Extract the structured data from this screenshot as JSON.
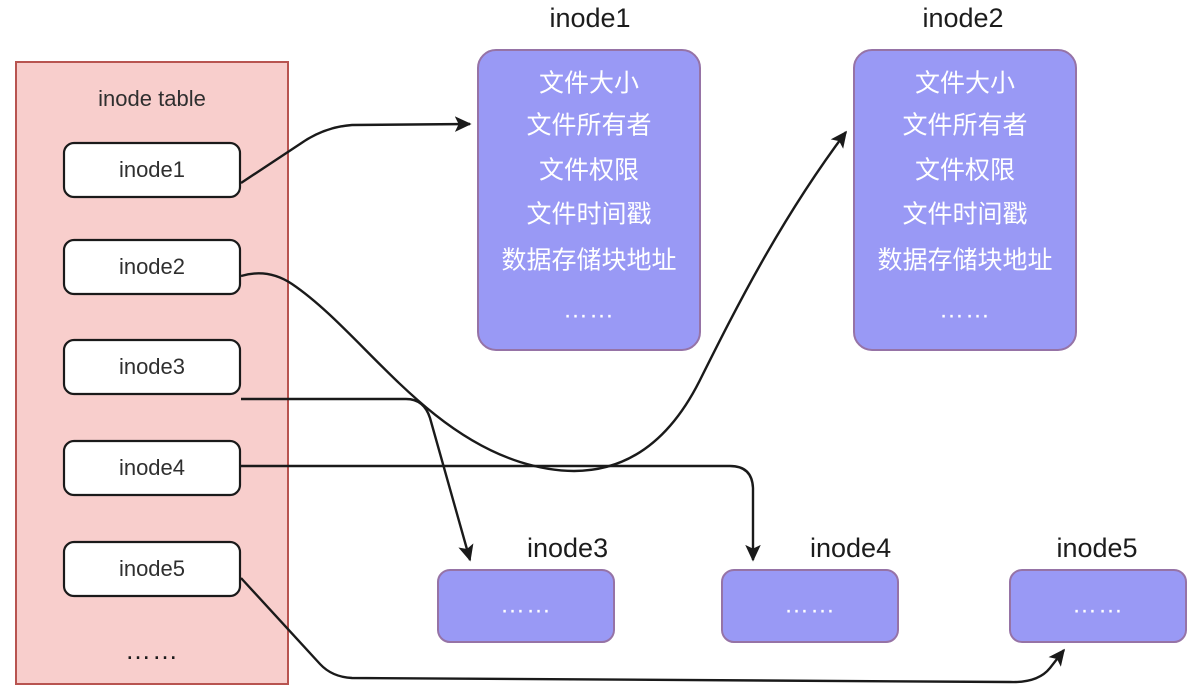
{
  "diagram": {
    "type": "inode-table-mapping",
    "background": "#ffffff",
    "colors": {
      "table_fill": "#f8cecc",
      "table_stroke": "#b85450",
      "slot_fill": "#ffffff",
      "slot_stroke": "#1a1a1a",
      "node_fill": "#9999f5",
      "node_stroke": "#9673a6",
      "node_text": "#ffffff",
      "edge": "#1a1a1a",
      "label_text": "#1c1c1c"
    }
  },
  "table": {
    "title": "inode table",
    "ellipsis": "……",
    "slots": [
      {
        "label": "inode1"
      },
      {
        "label": "inode2"
      },
      {
        "label": "inode3"
      },
      {
        "label": "inode4"
      },
      {
        "label": "inode5"
      }
    ]
  },
  "nodes": [
    {
      "title": "inode1",
      "detailed": true,
      "lines": [
        "文件大小",
        "文件所有者",
        "文件权限",
        "文件时间戳",
        "数据存储块地址"
      ],
      "ellipsis": "……"
    },
    {
      "title": "inode2",
      "detailed": true,
      "lines": [
        "文件大小",
        "文件所有者",
        "文件权限",
        "文件时间戳",
        "数据存储块地址"
      ],
      "ellipsis": "……"
    },
    {
      "title": "inode3",
      "detailed": false,
      "lines": [],
      "ellipsis": "……"
    },
    {
      "title": "inode4",
      "detailed": false,
      "lines": [],
      "ellipsis": "……"
    },
    {
      "title": "inode5",
      "detailed": false,
      "lines": [],
      "ellipsis": "……"
    }
  ],
  "edges": [
    {
      "from": "inode1",
      "to": "inode1",
      "style": "diagonal-then-horizontal"
    },
    {
      "from": "inode2",
      "to": "inode2",
      "style": "s-curve"
    },
    {
      "from": "inode3",
      "to": "inode3",
      "style": "orthogonal-down"
    },
    {
      "from": "inode4",
      "to": "inode4",
      "style": "orthogonal-down"
    },
    {
      "from": "inode5",
      "to": "inode5",
      "style": "diagonal-bottom-route"
    }
  ]
}
